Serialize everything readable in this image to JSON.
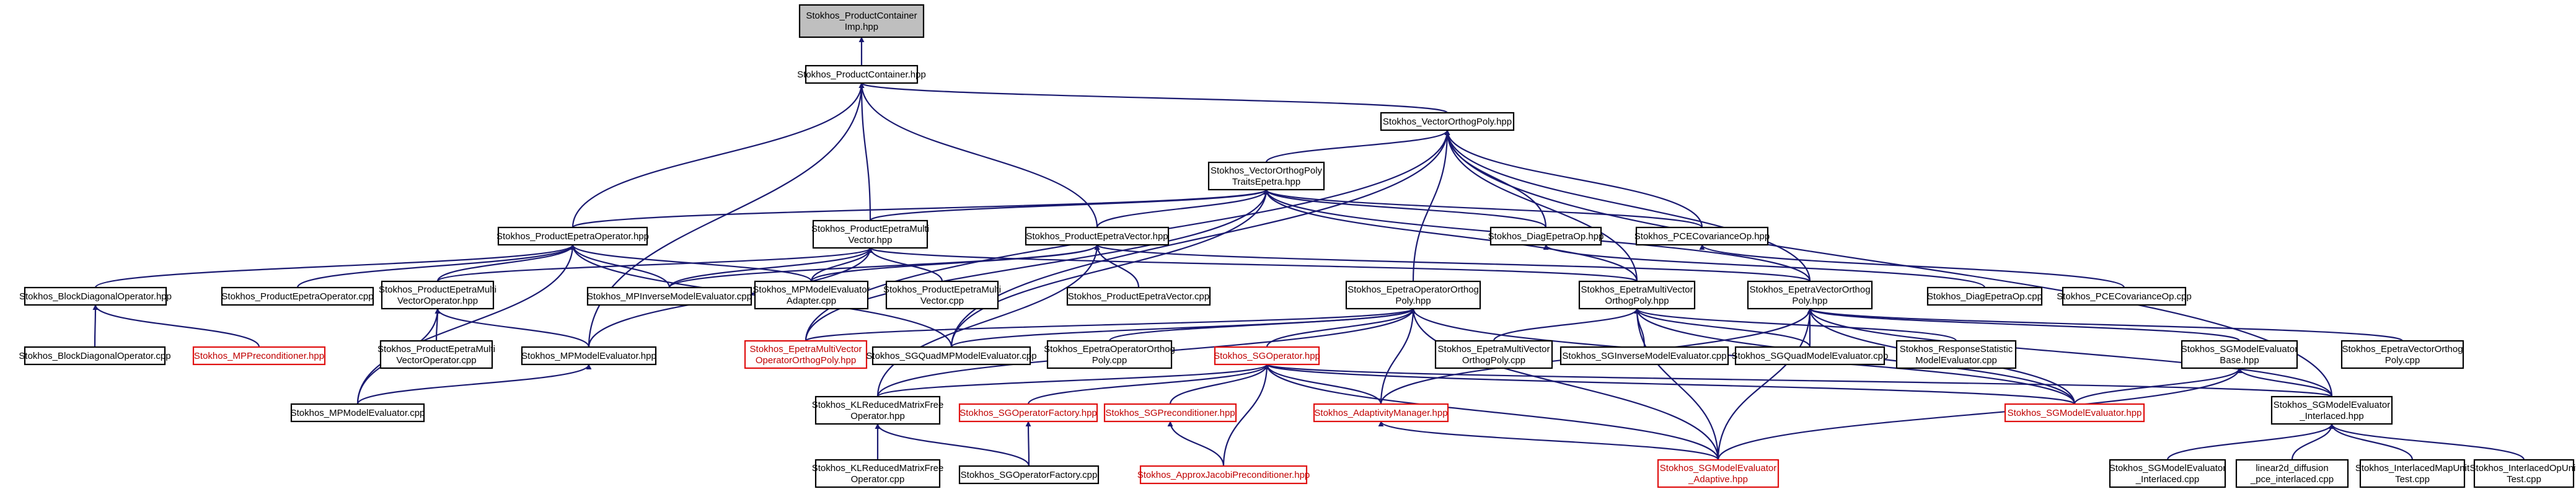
{
  "diagram": {
    "title": "",
    "nodes": [
      {
        "id": "root",
        "lines": [
          "Stokhos_ProductContainer",
          "Imp.hpp"
        ],
        "style": "root"
      },
      {
        "id": "pc",
        "lines": [
          "Stokhos_ProductContainer.hpp"
        ],
        "style": "normal"
      },
      {
        "id": "vop",
        "lines": [
          "Stokhos_VectorOrthogPoly.hpp"
        ],
        "style": "normal"
      },
      {
        "id": "vopte",
        "lines": [
          "Stokhos_VectorOrthogPoly",
          "TraitsEpetra.hpp"
        ],
        "style": "normal"
      },
      {
        "id": "peo",
        "lines": [
          "Stokhos_ProductEpetraOperator.hpp"
        ],
        "style": "normal"
      },
      {
        "id": "pemv",
        "lines": [
          "Stokhos_ProductEpetraMulti",
          "Vector.hpp"
        ],
        "style": "normal"
      },
      {
        "id": "pev",
        "lines": [
          "Stokhos_ProductEpetraVector.hpp"
        ],
        "style": "normal"
      },
      {
        "id": "deo",
        "lines": [
          "Stokhos_DiagEpetraOp.hpp"
        ],
        "style": "normal"
      },
      {
        "id": "pceco",
        "lines": [
          "Stokhos_PCECovarianceOp.hpp"
        ],
        "style": "normal"
      },
      {
        "id": "bdo",
        "lines": [
          "Stokhos_BlockDiagonalOperator.hpp"
        ],
        "style": "normal"
      },
      {
        "id": "peocpp",
        "lines": [
          "Stokhos_ProductEpetraOperator.cpp"
        ],
        "style": "normal"
      },
      {
        "id": "pemvo",
        "lines": [
          "Stokhos_ProductEpetraMulti",
          "VectorOperator.hpp"
        ],
        "style": "normal"
      },
      {
        "id": "mpime",
        "lines": [
          "Stokhos_MPInverseModelEvaluator.cpp"
        ],
        "style": "normal"
      },
      {
        "id": "mpmea",
        "lines": [
          "Stokhos_MPModelEvaluator",
          "Adapter.cpp"
        ],
        "style": "normal"
      },
      {
        "id": "pemvcpp",
        "lines": [
          "Stokhos_ProductEpetraMulti",
          "Vector.cpp"
        ],
        "style": "normal"
      },
      {
        "id": "pevcpp",
        "lines": [
          "Stokhos_ProductEpetraVector.cpp"
        ],
        "style": "normal"
      },
      {
        "id": "eoop",
        "lines": [
          "Stokhos_EpetraOperatorOrthog",
          "Poly.hpp"
        ],
        "style": "normal"
      },
      {
        "id": "emvop",
        "lines": [
          "Stokhos_EpetraMultiVector",
          "OrthogPoly.hpp"
        ],
        "style": "normal"
      },
      {
        "id": "evop",
        "lines": [
          "Stokhos_EpetraVectorOrthog",
          "Poly.hpp"
        ],
        "style": "normal"
      },
      {
        "id": "deocpp",
        "lines": [
          "Stokhos_DiagEpetraOp.cpp"
        ],
        "style": "normal"
      },
      {
        "id": "pcecocpp",
        "lines": [
          "Stokhos_PCECovarianceOp.cpp"
        ],
        "style": "normal"
      },
      {
        "id": "bdocpp",
        "lines": [
          "Stokhos_BlockDiagonalOperator.cpp"
        ],
        "style": "normal"
      },
      {
        "id": "mpp",
        "lines": [
          "Stokhos_MPPreconditioner.hpp"
        ],
        "style": "red"
      },
      {
        "id": "pemvocpp",
        "lines": [
          "Stokhos_ProductEpetraMulti",
          "VectorOperator.cpp"
        ],
        "style": "normal"
      },
      {
        "id": "mpme",
        "lines": [
          "Stokhos_MPModelEvaluator.hpp"
        ],
        "style": "normal"
      },
      {
        "id": "emvoop",
        "lines": [
          "Stokhos_EpetraMultiVector",
          "OperatorOrthogPoly.hpp"
        ],
        "style": "red"
      },
      {
        "id": "sgqmpme",
        "lines": [
          "Stokhos_SGQuadMPModelEvaluator.cpp"
        ],
        "style": "normal"
      },
      {
        "id": "eoopcpp",
        "lines": [
          "Stokhos_EpetraOperatorOrthog",
          "Poly.cpp"
        ],
        "style": "normal"
      },
      {
        "id": "sgop",
        "lines": [
          "Stokhos_SGOperator.hpp"
        ],
        "style": "red"
      },
      {
        "id": "emvopcpp",
        "lines": [
          "Stokhos_EpetraMultiVector",
          "OrthogPoly.cpp"
        ],
        "style": "normal"
      },
      {
        "id": "sgime",
        "lines": [
          "Stokhos_SGInverseModelEvaluator.cpp"
        ],
        "style": "normal"
      },
      {
        "id": "sgqme",
        "lines": [
          "Stokhos_SGQuadModelEvaluator.cpp"
        ],
        "style": "normal"
      },
      {
        "id": "rsme",
        "lines": [
          "Stokhos_ResponseStatistic",
          "ModelEvaluator.cpp"
        ],
        "style": "normal"
      },
      {
        "id": "sgmeb",
        "lines": [
          "Stokhos_SGModelEvaluator",
          "Base.hpp"
        ],
        "style": "normal"
      },
      {
        "id": "evopcpp",
        "lines": [
          "Stokhos_EpetraVectorOrthog",
          "Poly.cpp"
        ],
        "style": "normal"
      },
      {
        "id": "mpmecpp",
        "lines": [
          "Stokhos_MPModelEvaluator.cpp"
        ],
        "style": "normal"
      },
      {
        "id": "klrmfo",
        "lines": [
          "Stokhos_KLReducedMatrixFree",
          "Operator.hpp"
        ],
        "style": "normal"
      },
      {
        "id": "sgof",
        "lines": [
          "Stokhos_SGOperatorFactory.hpp"
        ],
        "style": "red"
      },
      {
        "id": "sgpre",
        "lines": [
          "Stokhos_SGPreconditioner.hpp"
        ],
        "style": "red"
      },
      {
        "id": "am",
        "lines": [
          "Stokhos_AdaptivityManager.hpp"
        ],
        "style": "red"
      },
      {
        "id": "sgme",
        "lines": [
          "Stokhos_SGModelEvaluator.hpp"
        ],
        "style": "red"
      },
      {
        "id": "sgmei",
        "lines": [
          "Stokhos_SGModelEvaluator",
          "_Interlaced.hpp"
        ],
        "style": "normal"
      },
      {
        "id": "klrmfocpp",
        "lines": [
          "Stokhos_KLReducedMatrixFree",
          "Operator.cpp"
        ],
        "style": "normal"
      },
      {
        "id": "sgofcpp",
        "lines": [
          "Stokhos_SGOperatorFactory.cpp"
        ],
        "style": "normal"
      },
      {
        "id": "ajp",
        "lines": [
          "Stokhos_ApproxJacobiPreconditioner.hpp"
        ],
        "style": "red"
      },
      {
        "id": "sgmea",
        "lines": [
          "Stokhos_SGModelEvaluator",
          "_Adaptive.hpp"
        ],
        "style": "red"
      },
      {
        "id": "sgmeicpp",
        "lines": [
          "Stokhos_SGModelEvaluator",
          "_Interlaced.cpp"
        ],
        "style": "normal"
      },
      {
        "id": "l2d",
        "lines": [
          "linear2d_diffusion",
          "_pce_interlaced.cpp"
        ],
        "style": "normal"
      },
      {
        "id": "imut",
        "lines": [
          "Stokhos_InterlacedMapUnit",
          "Test.cpp"
        ],
        "style": "normal"
      },
      {
        "id": "iout",
        "lines": [
          "Stokhos_InterlacedOpUnit",
          "Test.cpp"
        ],
        "style": "normal"
      }
    ],
    "edges": [
      [
        "root",
        "pc"
      ],
      [
        "pc",
        "vop"
      ],
      [
        "pc",
        "peo"
      ],
      [
        "pc",
        "pemv"
      ],
      [
        "pc",
        "pev"
      ],
      [
        "pc",
        "mpme"
      ],
      [
        "vop",
        "vopte"
      ],
      [
        "vop",
        "deo"
      ],
      [
        "vop",
        "pceco"
      ],
      [
        "vop",
        "eoop"
      ],
      [
        "vop",
        "emvop"
      ],
      [
        "vop",
        "evop"
      ],
      [
        "vop",
        "sgmei"
      ],
      [
        "vop",
        "emvoop"
      ],
      [
        "vop",
        "sgqmpme"
      ],
      [
        "vopte",
        "peo"
      ],
      [
        "vopte",
        "pemv"
      ],
      [
        "vopte",
        "pev"
      ],
      [
        "vopte",
        "deo"
      ],
      [
        "vopte",
        "pceco"
      ],
      [
        "vopte",
        "emvop"
      ],
      [
        "vopte",
        "evop"
      ],
      [
        "vopte",
        "emvoop"
      ],
      [
        "vopte",
        "sgqmpme"
      ],
      [
        "peo",
        "bdo"
      ],
      [
        "peo",
        "peocpp"
      ],
      [
        "peo",
        "pemvo"
      ],
      [
        "peo",
        "mpime"
      ],
      [
        "peo",
        "mpmea"
      ],
      [
        "peo",
        "mpmecpp"
      ],
      [
        "peo",
        "sgqmpme"
      ],
      [
        "pemv",
        "pemvo"
      ],
      [
        "pemv",
        "mpime"
      ],
      [
        "pemv",
        "mpmea"
      ],
      [
        "pemv",
        "pemvcpp"
      ],
      [
        "pemv",
        "emvop"
      ],
      [
        "pemv",
        "mpme"
      ],
      [
        "pev",
        "pevcpp"
      ],
      [
        "pev",
        "evop"
      ],
      [
        "pev",
        "mpime"
      ],
      [
        "pev",
        "mpmea"
      ],
      [
        "pev",
        "klrmfo"
      ],
      [
        "deo",
        "deocpp"
      ],
      [
        "pceco",
        "pcecocpp"
      ],
      [
        "bdo",
        "bdocpp"
      ],
      [
        "bdo",
        "mpp"
      ],
      [
        "pemvo",
        "pemvocpp"
      ],
      [
        "pemvo",
        "mpmecpp"
      ],
      [
        "pemvo",
        "mpme"
      ],
      [
        "mpme",
        "mpmecpp"
      ],
      [
        "eoop",
        "emvoop"
      ],
      [
        "eoop",
        "sgqmpme"
      ],
      [
        "eoop",
        "eoopcpp"
      ],
      [
        "eoop",
        "sgop"
      ],
      [
        "eoop",
        "sgmea"
      ],
      [
        "eoop",
        "am"
      ],
      [
        "eoop",
        "sgme"
      ],
      [
        "eoop",
        "klrmfo"
      ],
      [
        "emvop",
        "emvopcpp"
      ],
      [
        "emvop",
        "sgime"
      ],
      [
        "emvop",
        "sgqme"
      ],
      [
        "emvop",
        "rsme"
      ],
      [
        "emvop",
        "sgme"
      ],
      [
        "emvop",
        "sgmea"
      ],
      [
        "evop",
        "evopcpp"
      ],
      [
        "evop",
        "sgmeb"
      ],
      [
        "evop",
        "sgme"
      ],
      [
        "evop",
        "sgmei"
      ],
      [
        "evop",
        "sgmea"
      ],
      [
        "evop",
        "am"
      ],
      [
        "evop",
        "sgqme"
      ],
      [
        "sgop",
        "klrmfo"
      ],
      [
        "sgop",
        "sgof"
      ],
      [
        "sgop",
        "sgpre"
      ],
      [
        "sgop",
        "am"
      ],
      [
        "sgop",
        "sgme"
      ],
      [
        "sgop",
        "sgmei"
      ],
      [
        "sgop",
        "ajp"
      ],
      [
        "sgop",
        "sgmea"
      ],
      [
        "sgmeb",
        "sgme"
      ],
      [
        "sgmeb",
        "sgmei"
      ],
      [
        "sgmeb",
        "sgmea"
      ],
      [
        "klrmfo",
        "klrmfocpp"
      ],
      [
        "klrmfo",
        "sgofcpp"
      ],
      [
        "sgof",
        "sgofcpp"
      ],
      [
        "sgpre",
        "ajp"
      ],
      [
        "am",
        "sgmea"
      ],
      [
        "sgmei",
        "sgmeicpp"
      ],
      [
        "sgmei",
        "l2d"
      ],
      [
        "sgmei",
        "imut"
      ],
      [
        "sgmei",
        "iout"
      ]
    ]
  }
}
